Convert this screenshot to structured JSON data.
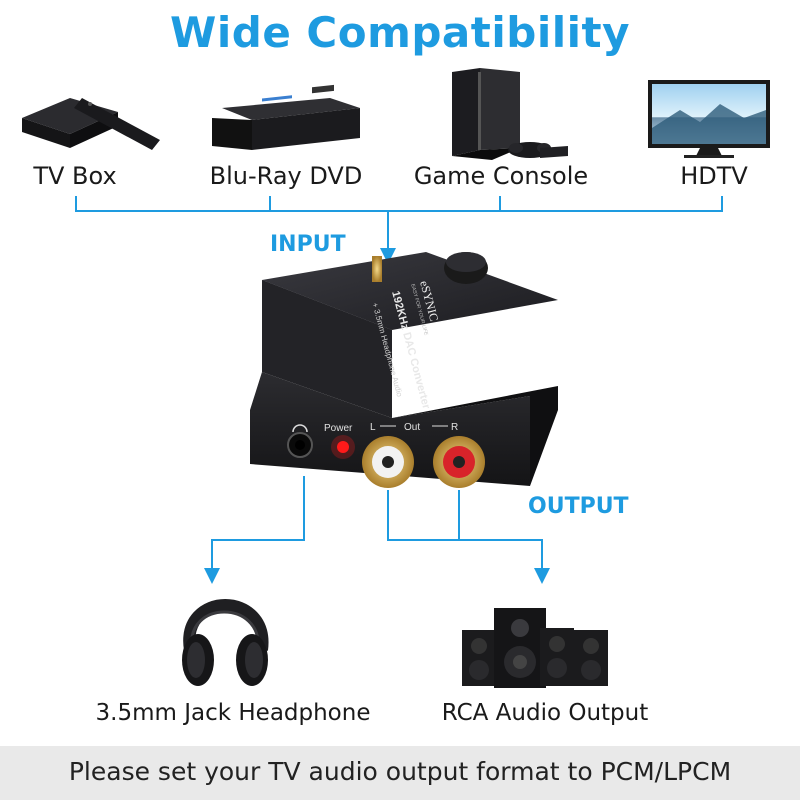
{
  "title": "Wide Compatibility",
  "devices": {
    "tv_box": "TV Box",
    "bluray": "Blu-Ray DVD",
    "console": "Game Console",
    "hdtv": "HDTV"
  },
  "flow": {
    "input": "INPUT",
    "output": "OUTPUT"
  },
  "converter": {
    "brand": "eSYNIC",
    "tagline": "EASY FOR YOUR LIFE",
    "model": "192KHz DAC Converter",
    "subtitle": "+ 3.5mm Headphone Audio",
    "power_label": "Power",
    "port_left": "L",
    "port_out": "Out",
    "port_right": "R"
  },
  "outputs": {
    "headphone": "3.5mm Jack Headphone",
    "rca": "RCA Audio Output"
  },
  "footer": "Please set your TV audio output format to PCM/LPCM",
  "colors": {
    "accent": "#1e9be0",
    "device_body": "#2a2a2e",
    "power_led": "#ff1a1a",
    "rca_red": "#d8232a"
  }
}
